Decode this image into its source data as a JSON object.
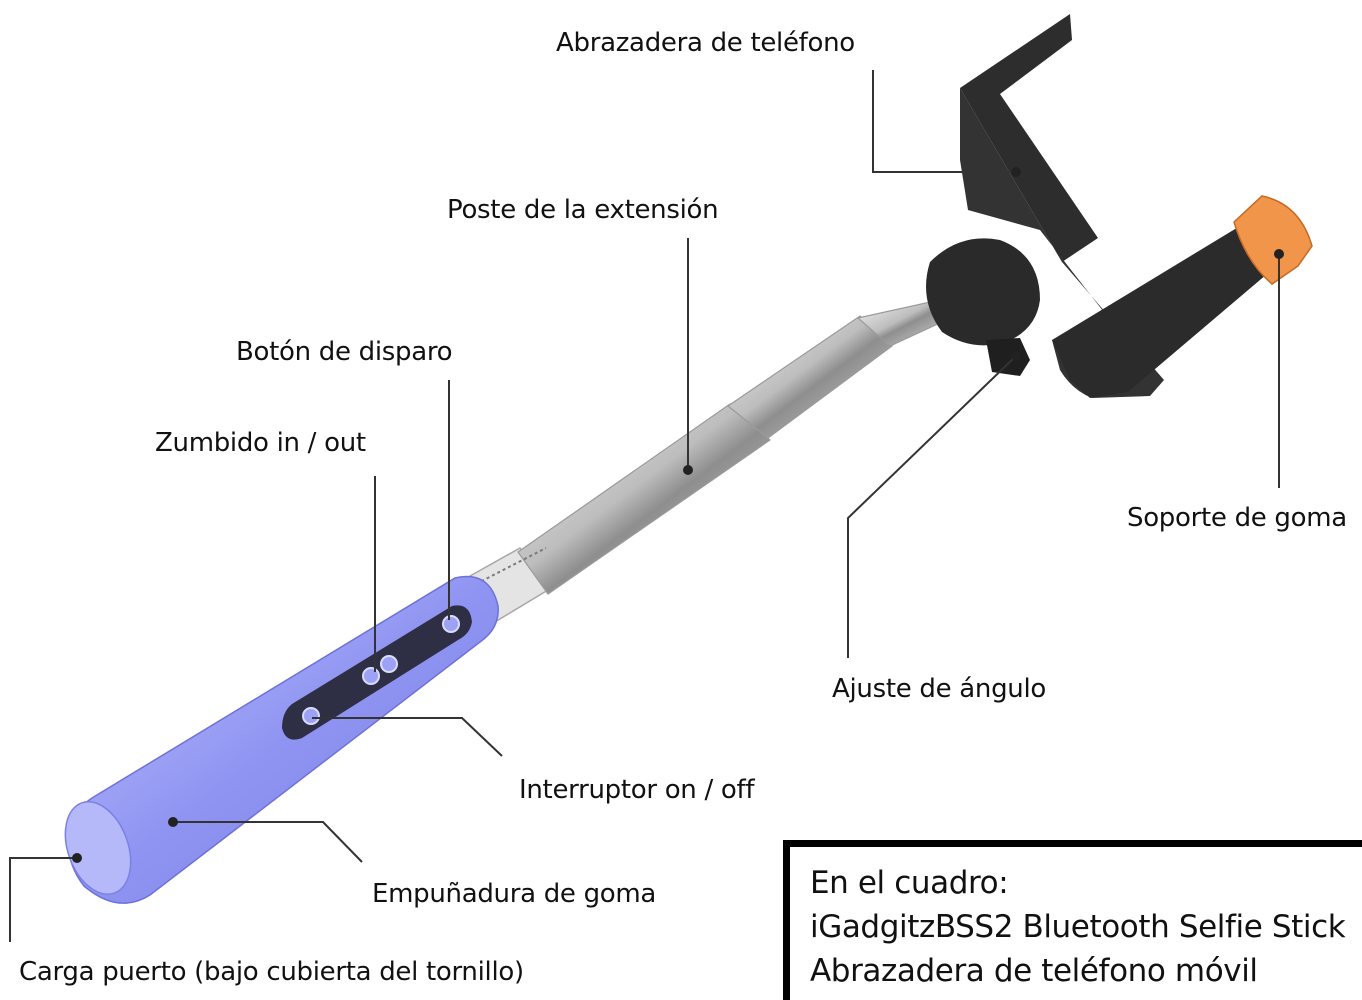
{
  "labels": {
    "phone_clamp": "Abrazadera de teléfono",
    "extension_pole": "Poste de la extensión",
    "shutter_button": "Botón de disparo",
    "zoom": "Zumbido in / out",
    "rubber_mount": "Soporte de goma",
    "angle_adjust": "Ajuste de ángulo",
    "power_switch": "Interruptor on / off",
    "rubber_grip": "Empuñadura de goma",
    "charge_port": "Carga puerto (bajo cubierta del tornillo)"
  },
  "caption": {
    "line1": "En el cuadro:",
    "line2": "iGadgitzBSS2 Bluetooth Selfie Stick",
    "line3": "Abrazadera de teléfono móvil"
  },
  "colors": {
    "grip": "#8a8ff0",
    "grip_light": "#b7baf7",
    "clamp": "#2b2b2b",
    "rubber_pad": "#f0954a",
    "pole": "#c9c9c9",
    "leader_line": "#333333"
  }
}
